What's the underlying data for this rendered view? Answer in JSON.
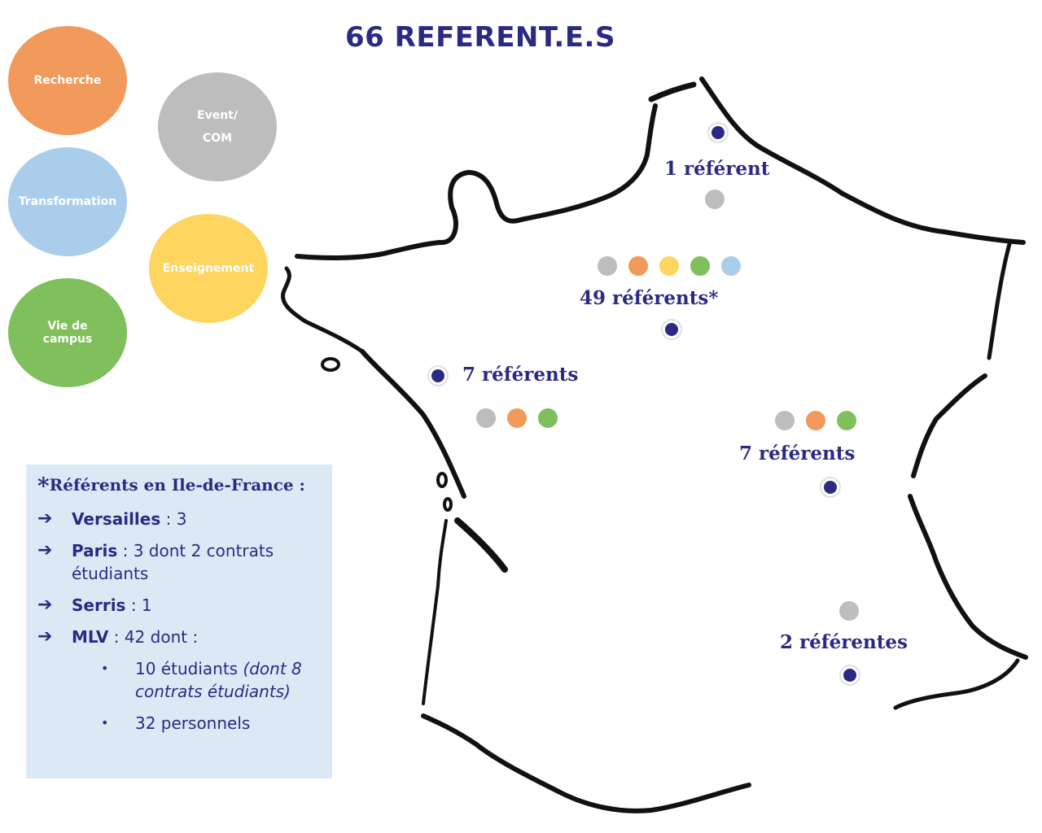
{
  "title": "66 REFERENT.E.S",
  "categories": [
    {
      "id": "recherche",
      "lines": [
        "Recherche"
      ],
      "color": "#f2995c"
    },
    {
      "id": "event",
      "lines": [
        "Event/",
        "COM"
      ],
      "color": "#bdbdbd"
    },
    {
      "id": "transformation",
      "lines": [
        "Transformation"
      ],
      "color": "#a9cdeb"
    },
    {
      "id": "enseignement",
      "lines": [
        "Enseignement"
      ],
      "color": "#fdd55f"
    },
    {
      "id": "vie",
      "lines": [
        "Vie de",
        "campus"
      ],
      "color": "#7fbf5c"
    }
  ],
  "regions": [
    {
      "id": "north",
      "label": "1 référent",
      "dots": [
        "#bdbdbd"
      ]
    },
    {
      "id": "idf",
      "label": "49 référents*",
      "dots": [
        "#bdbdbd",
        "#f2995c",
        "#fdd55f",
        "#7fbf5c",
        "#a9cdeb"
      ]
    },
    {
      "id": "west",
      "label": "7 référents",
      "dots": [
        "#bdbdbd",
        "#f2995c",
        "#7fbf5c"
      ]
    },
    {
      "id": "east",
      "label": "7 référents",
      "dots": [
        "#bdbdbd",
        "#f2995c",
        "#7fbf5c"
      ]
    },
    {
      "id": "south",
      "label": "2 référentes",
      "dots": [
        "#bdbdbd"
      ]
    }
  ],
  "marker_color": "#2b2a83",
  "legend": {
    "star": "*",
    "title": "Référents en Ile-de-France :",
    "arrow": "➔",
    "entries": [
      {
        "place": "Versailles",
        "detail": " : 3"
      },
      {
        "place": "Paris",
        "detail": " : 3 dont 2 contrats étudiants"
      },
      {
        "place": "Serris",
        "detail": " : 1"
      },
      {
        "place": "MLV",
        "detail": " : 42 dont :"
      }
    ],
    "bullet": "•",
    "sub_items": [
      {
        "text": "10 étudiants ",
        "note": "(dont 8 contrats étudiants)"
      },
      {
        "text": "32 personnels",
        "note": ""
      }
    ]
  }
}
